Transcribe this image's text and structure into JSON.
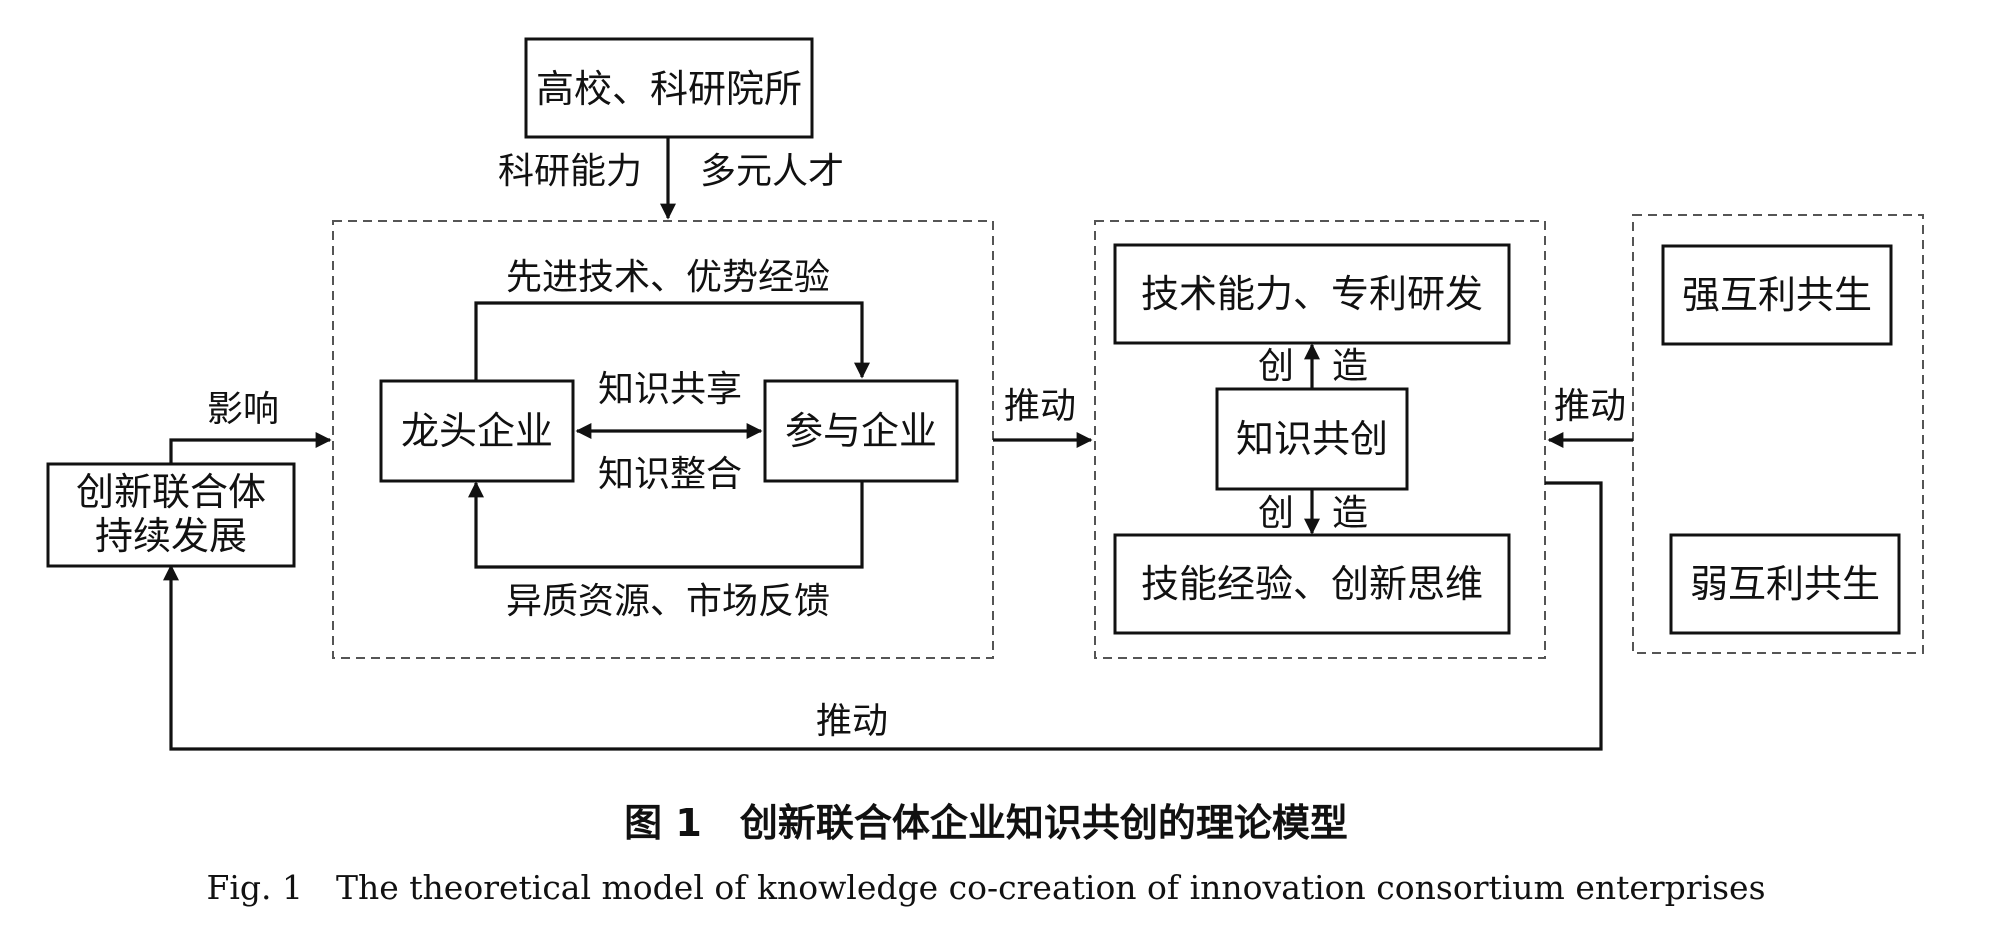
{
  "nodes": {
    "universities": "高校、科研院所",
    "leading_enterprise": "龙头企业",
    "participating_enterprise": "参与企业",
    "consortium_development_line1": "创新联合体",
    "consortium_development_line2": "持续发展",
    "tech_capability": "技术能力、专利研发",
    "knowledge_cocreation": "知识共创",
    "skills_experience": "技能经验、创新思维",
    "strong_symbiosis": "强互利共生",
    "weak_symbiosis": "弱互利共生"
  },
  "edge_labels": {
    "research_capability": "科研能力",
    "diverse_talent": "多元人才",
    "advanced_tech": "先进技术、优势经验",
    "knowledge_sharing": "知识共享",
    "knowledge_integration": "知识整合",
    "heterogeneous_resources": "异质资源、市场反馈",
    "influence": "影响",
    "drive_middle": "推动",
    "drive_right": "推动",
    "drive_bottom": "推动",
    "create_upper_left": "创",
    "create_upper_right": "造",
    "create_lower_left": "创",
    "create_lower_right": "造"
  },
  "caption": {
    "chinese": "图 1　创新联合体企业知识共创的理论模型",
    "english": "Fig. 1　The theoretical model of knowledge co-creation of innovation consortium enterprises"
  }
}
